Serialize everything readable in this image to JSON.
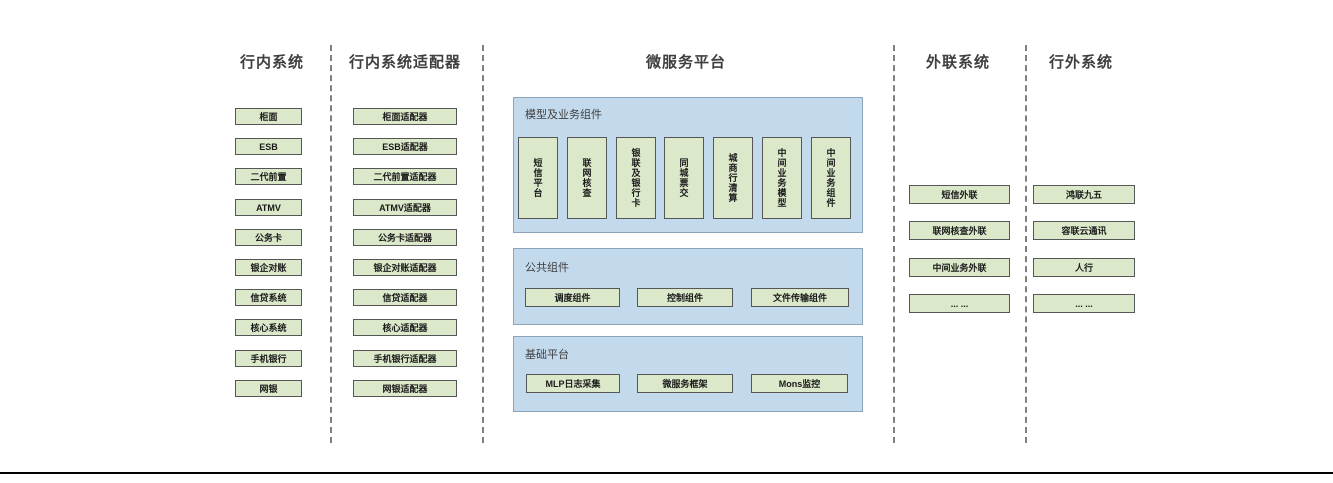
{
  "diagram": {
    "col_inbank": {
      "title": "行内系统",
      "items": [
        "柜面",
        "ESB",
        "二代前置",
        "ATMV",
        "公务卡",
        "银企对账",
        "信贷系统",
        "核心系统",
        "手机银行",
        "网银"
      ]
    },
    "col_adapter": {
      "title": "行内系统适配器",
      "items": [
        "柜面适配器",
        "ESB适配器",
        "二代前置适配器",
        "ATMV适配器",
        "公务卡适配器",
        "银企对账适配器",
        "信贷适配器",
        "核心适配器",
        "手机银行适配器",
        "网银适配器"
      ]
    },
    "platform": {
      "title": "微服务平台",
      "model_group": {
        "label": "模型及业务组件",
        "items": [
          "短信平台",
          "联网核查",
          "银联及银行卡",
          "同城票交",
          "城商行清算",
          "中间业务模型",
          "中间业务组件"
        ]
      },
      "common_group": {
        "label": "公共组件",
        "items": [
          "调度组件",
          "控制组件",
          "文件传输组件"
        ]
      },
      "base_group": {
        "label": "基础平台",
        "items": [
          "MLP日志采集",
          "微服务框架",
          "Mons监控"
        ]
      }
    },
    "col_external_link": {
      "title": "外联系统",
      "items": [
        "短信外联",
        "联网核查外联",
        "中间业务外联",
        "... ..."
      ]
    },
    "col_outside": {
      "title": "行外系统",
      "items": [
        "鸿联九五",
        "容联云通讯",
        "人行",
        "... ..."
      ]
    },
    "colors": {
      "green_fill": "#dbe8c9",
      "green_border": "#565656",
      "blue_fill": "#c3daed",
      "blue_border": "#8ba4bc",
      "separator": "#7f7f7f",
      "header_text": "#3f3f3f",
      "box_text": "#1a1a1a",
      "bottom_rule": "#000000"
    }
  }
}
